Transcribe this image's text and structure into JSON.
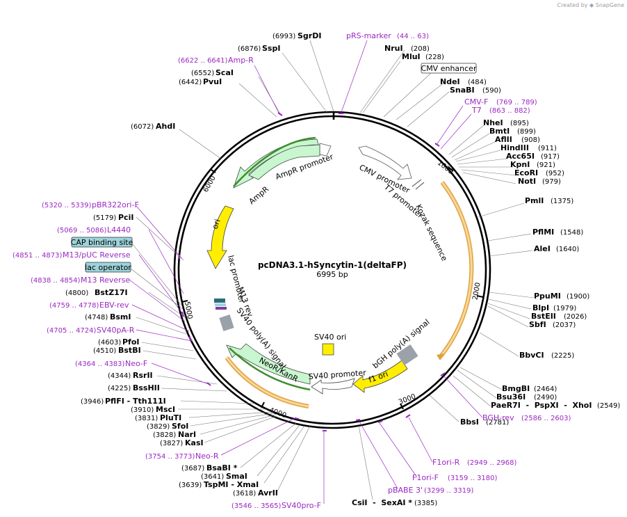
{
  "credit": {
    "created_by": "Created by",
    "brand": "SnapGene"
  },
  "map": {
    "title": "pcDNA3.1-hSyncytin-1(deltaFP)",
    "size": "6995 bp"
  },
  "colors": {
    "primer": "#9b27c2",
    "ampr": "#c8f7cf",
    "ori": "#ffee00",
    "f1ori": "#ffee00",
    "orf": "#f3a71c",
    "neor": "#c8f7cf",
    "box_feature": "#9dd3db"
  },
  "tick_labels": [
    "1000",
    "2000",
    "3000",
    "4000",
    "5000",
    "6000"
  ],
  "enzymes": [
    {
      "name": "SgrDI",
      "pos": "(6993)"
    },
    {
      "name": "SspI",
      "pos": "(6876)"
    },
    {
      "name": "ScaI",
      "pos": "(6552)"
    },
    {
      "name": "PvuI",
      "pos": "(6442)"
    },
    {
      "name": "AhdI",
      "pos": "(6072)"
    },
    {
      "name": "NruI",
      "pos": "(208)"
    },
    {
      "name": "MluI",
      "pos": "(228)"
    },
    {
      "name": "NdeI",
      "pos": "(484)"
    },
    {
      "name": "SnaBI",
      "pos": "(590)"
    },
    {
      "name": "NheI",
      "pos": "(895)"
    },
    {
      "name": "BmtI",
      "pos": "(899)"
    },
    {
      "name": "AflII",
      "pos": "(908)"
    },
    {
      "name": "HindIII",
      "pos": "(911)"
    },
    {
      "name": "Acc65I",
      "pos": "(917)"
    },
    {
      "name": "KpnI",
      "pos": "(921)"
    },
    {
      "name": "EcoRI",
      "pos": "(952)"
    },
    {
      "name": "NotI",
      "pos": "(979)"
    },
    {
      "name": "PmlI",
      "pos": "(1375)"
    },
    {
      "name": "PflMI",
      "pos": "(1548)"
    },
    {
      "name": "AleI",
      "pos": "(1640)"
    },
    {
      "name": "PpuMI",
      "pos": "(1900)"
    },
    {
      "name": "BlpI",
      "pos": "(1979)"
    },
    {
      "name": "BstEII",
      "pos": "(2026)"
    },
    {
      "name": "SbfI",
      "pos": "(2037)"
    },
    {
      "name": "BbvCI",
      "pos": "(2225)"
    },
    {
      "name": "BmgBI",
      "pos": "(2464)"
    },
    {
      "name": "Bsu36I",
      "pos": "(2490)"
    },
    {
      "name": "PaeR7I  -  PspXI  -  XhoI",
      "pos": "(2549)"
    },
    {
      "name": "BbsI",
      "pos": "(2781)"
    },
    {
      "name": "CsiI  -  SexAI *",
      "pos": "(3385)"
    },
    {
      "name": "AvrII",
      "pos": "(3618)"
    },
    {
      "name": "TspMI  -  XmaI",
      "pos": "(3639)"
    },
    {
      "name": "SmaI",
      "pos": "(3641)"
    },
    {
      "name": "BsaBI *",
      "pos": "(3687)"
    },
    {
      "name": "KasI",
      "pos": "(3827)"
    },
    {
      "name": "NarI",
      "pos": "(3828)"
    },
    {
      "name": "SfoI",
      "pos": "(3829)"
    },
    {
      "name": "PluTI",
      "pos": "(3831)"
    },
    {
      "name": "MscI",
      "pos": "(3910)"
    },
    {
      "name": "PflFI  -  Tth111I",
      "pos": "(3946)"
    },
    {
      "name": "BssHII",
      "pos": "(4225)"
    },
    {
      "name": "RsrII",
      "pos": "(4344)"
    },
    {
      "name": "BstBI",
      "pos": "(4510)"
    },
    {
      "name": "PfoI",
      "pos": "(4603)"
    },
    {
      "name": "BsmI",
      "pos": "(4748)"
    },
    {
      "name": "BstZ17I",
      "pos": "(4800)"
    },
    {
      "name": "PciI",
      "pos": "(5179)"
    }
  ],
  "primers": [
    {
      "name": "pRS-marker",
      "pos": "(44 .. 63)"
    },
    {
      "name": "Amp-R",
      "pos": "(6622 .. 6641)"
    },
    {
      "name": "CMV-F",
      "pos": "(769 .. 789)"
    },
    {
      "name": "T7",
      "pos": "(863 .. 882)"
    },
    {
      "name": "BGH-rev",
      "pos": "(2586 .. 2603)"
    },
    {
      "name": "F1ori-R",
      "pos": "(2949 .. 2968)"
    },
    {
      "name": "F1ori-F",
      "pos": "(3159 .. 3180)"
    },
    {
      "name": "pBABE 3'",
      "pos": "(3299 .. 3319)"
    },
    {
      "name": "SV40pro-F",
      "pos": "(3546 .. 3565)"
    },
    {
      "name": "Neo-R",
      "pos": "(3754 .. 3773)"
    },
    {
      "name": "Neo-F",
      "pos": "(4364 .. 4383)"
    },
    {
      "name": "SV40pA-R",
      "pos": "(4705 .. 4724)"
    },
    {
      "name": "EBV-rev",
      "pos": "(4759 .. 4778)"
    },
    {
      "name": "M13 Reverse",
      "pos": "(4838 .. 4854)"
    },
    {
      "name": "M13/pUC Reverse",
      "pos": "(4851 .. 4873)"
    },
    {
      "name": "L4440",
      "pos": "(5069 .. 5086)"
    },
    {
      "name": "pBR322ori-F",
      "pos": "(5320 .. 5339)"
    }
  ],
  "boxed_features": {
    "cmv_enhancer": "CMV enhancer",
    "cap_binding_site": "CAP binding site",
    "lac_operator": "lac operator"
  },
  "features": {
    "cmv_promoter": "CMV promoter",
    "t7_promoter": "T7 promoter",
    "kozak": "Kozak sequence",
    "ampr_promoter": "AmpR promoter",
    "ampr": "AmpR",
    "ori": "ori",
    "lac_promoter": "lac promoter",
    "m13_rev": "M13 rev",
    "sv40_polya": "SV40 poly(A) signal",
    "neor": "NeoR/KanR",
    "sv40_promoter": "SV40 promoter",
    "sv40_ori": "SV40 ori",
    "f1_ori": "f1 ori",
    "bgh_polya": "bGH poly(A) signal"
  }
}
